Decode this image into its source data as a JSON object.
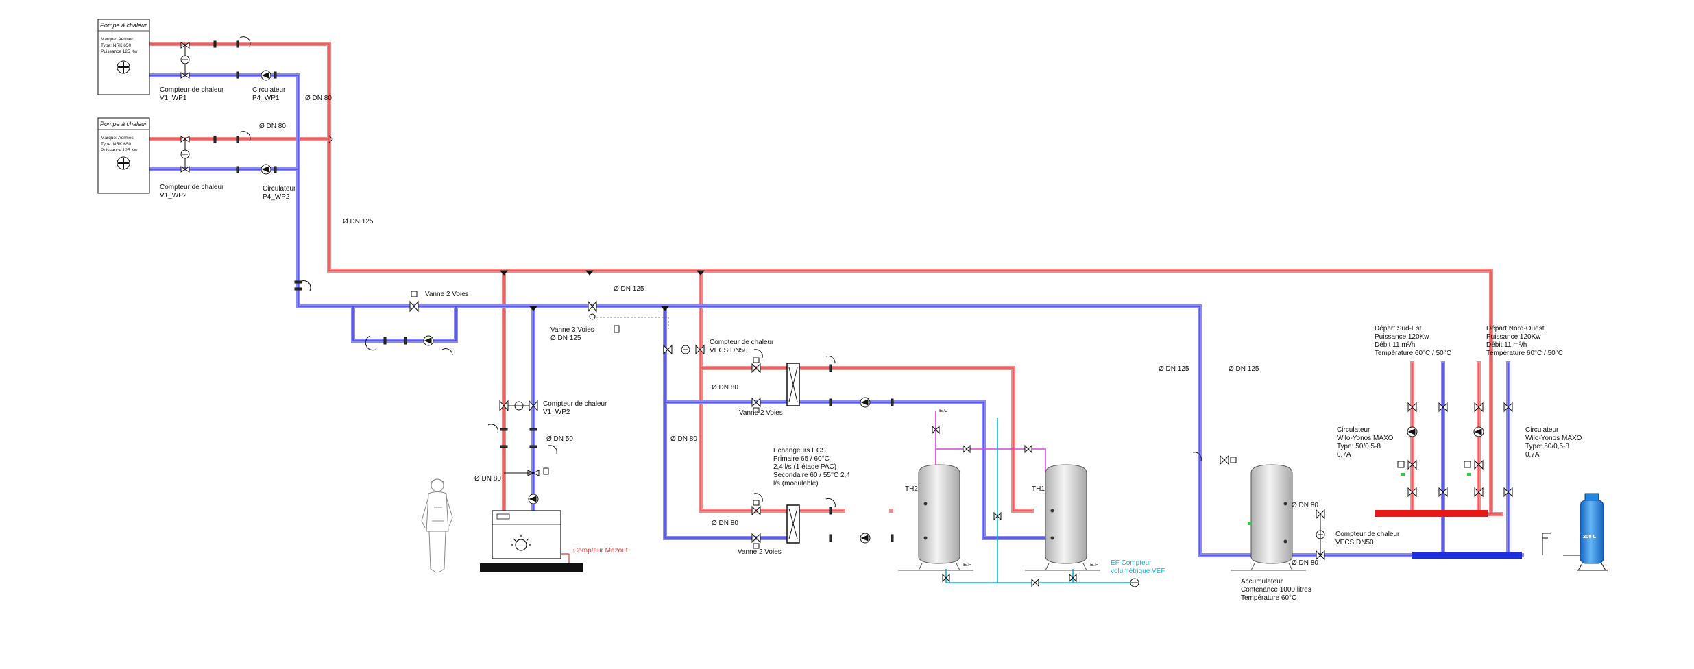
{
  "heat_pumps": [
    {
      "title": "Pompe à chaleur",
      "lines": [
        "Marque: Aermec",
        "Type: NRK 650",
        "Puissance 125 Kw"
      ],
      "meter_label": [
        "Compteur de chaleur",
        "V1_WP1"
      ],
      "pump_label": [
        "Circulateur",
        "P4_WP1"
      ]
    },
    {
      "title": "Pompe à chaleur",
      "lines": [
        "Marque: Aermec",
        "Type: NRK 650",
        "Puissance 125 Kw"
      ],
      "meter_label": [
        "Compteur de chaleur",
        "V1_WP2"
      ],
      "pump_label": [
        "Circulateur",
        "P4_WP2"
      ]
    }
  ],
  "pipe_labels": {
    "dn80_top": "Ø DN 80",
    "dn80_wp2": "Ø DN 80",
    "dn125_collector": "Ø DN 125",
    "dn125_main": "Ø DN 125",
    "vanne2_top": "Vanne 2 Voies",
    "vanne3": [
      "Vanne 3 Voies",
      "Ø DN 125"
    ],
    "boiler_meter": [
      "Compteur de chaleur",
      "V1_WP2"
    ],
    "dn50": "Ø DN 50",
    "dn80_boiler": "Ø DN 80",
    "compteur_mazout": "Compteur Mazout",
    "vecs_meter": [
      "Compteur de chaleur",
      "VECS  DN50"
    ],
    "dn80_ecs1": "Ø DN 80",
    "vanne2_ecs1": "Vanne 2 Voies",
    "dn80_ecs_vertical": "Ø DN 80",
    "dn80_ecs2": "Ø DN 80",
    "vanne2_ecs2": "Vanne 2 Voies",
    "echangeurs": [
      "Echangeurs ECS",
      "Primaire       65 / 60°C",
      "2,4 l/s (1 étage PAC)",
      "Secondaire  60 / 55°C 2,4",
      "l/s (modulable)"
    ],
    "ec": "E.C",
    "ef1": "E.F",
    "ef2": "E.F",
    "th1": "TH1",
    "th2": "TH2",
    "ef_meter": [
      "EF Compteur",
      "volumétrique VEF"
    ],
    "dn125_acc_left": "Ø DN 125",
    "dn125_acc_right": "Ø DN 125",
    "dn80_acc_top": "Ø DN 80",
    "dn80_acc_bottom": "Ø DN 80",
    "acc_meter": [
      "Compteur de chaleur",
      "VECS  DN50"
    ],
    "accumulateur": [
      "Accumulateur",
      "Contenance 1000 litres",
      "Température 60°C"
    ],
    "depart_sud_est": [
      "Départ Sud-Est",
      "Puissance 120Kw",
      "Débit 11 m³/h",
      "Température 60°C / 50°C"
    ],
    "depart_nord_ouest": [
      "Départ Nord-Ouest",
      "Puissance 120Kw",
      "Débit 11 m³/h",
      "Température 60°C / 50°C"
    ],
    "circ_left": [
      "Circulateur",
      "Wilo-Yonos MAXO",
      "Type: 50/0,5-8",
      "0,7A"
    ],
    "circ_right": [
      "Circulateur",
      "Wilo-Yonos MAXO",
      "Type: 50/0,5-8",
      "0,7A"
    ],
    "vessel": "200 L"
  },
  "colors": {
    "hot": "#f28b8b",
    "hot_line": "#e53935",
    "cold": "#7f7fe8",
    "cold_line": "#2e2ee0",
    "ecs": "#e040e0",
    "ef": "#00bcd4",
    "mazout": "#e53935",
    "manifold_hot": "#e81818",
    "manifold_cold": "#1c2ee0",
    "vessel": "#1e88e5"
  }
}
